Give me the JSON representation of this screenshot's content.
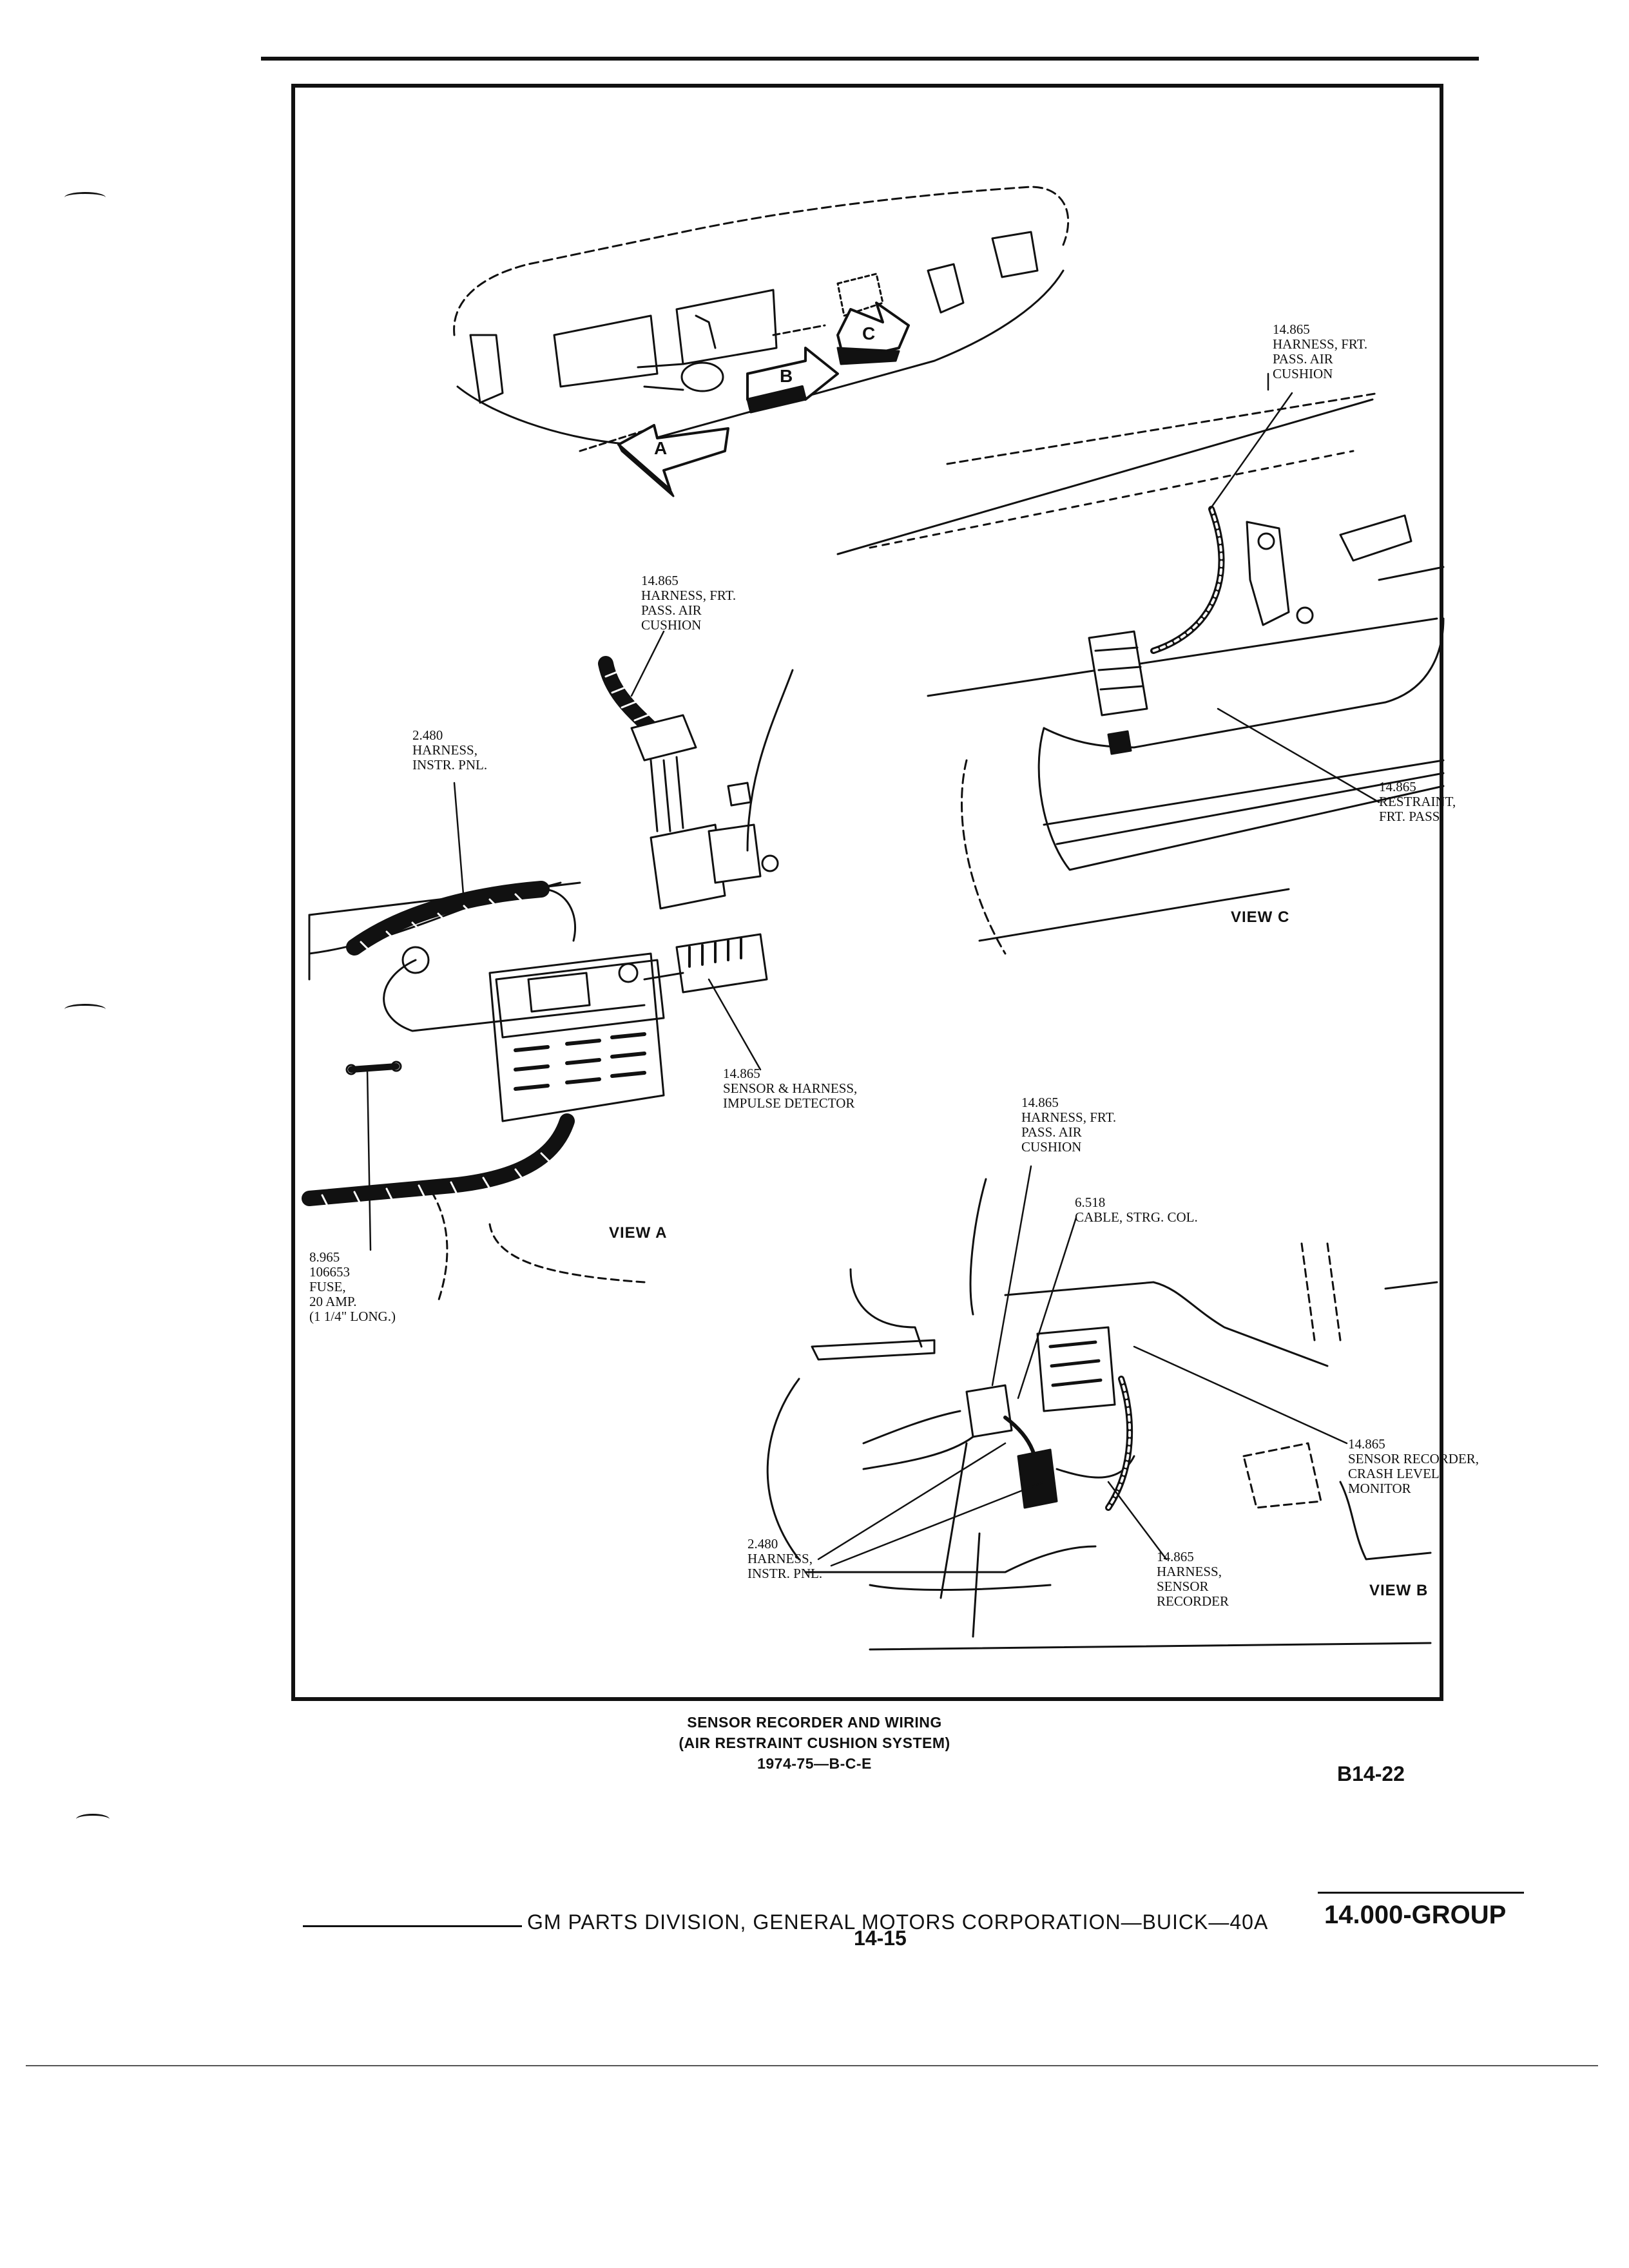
{
  "figure": {
    "title_line1": "SENSOR RECORDER AND WIRING",
    "title_line2": "(AIR RESTRAINT CUSHION SYSTEM)",
    "title_line3": "1974-75—B-C-E",
    "figure_number": "B14-22"
  },
  "dash_arrows": {
    "a": "A",
    "b": "B",
    "c": "C"
  },
  "views": {
    "a": "VIEW A",
    "b": "VIEW B",
    "c": "VIEW C"
  },
  "callouts": {
    "c_harness_frt_pass": "14.865\nHARNESS, FRT.\nPASS. AIR\nCUSHION",
    "c_restraint": "14.865\nRESTRAINT,\nFRT. PASS.",
    "a_harness_frt_pass": "14.865\nHARNESS, FRT.\nPASS. AIR\nCUSHION",
    "a_harness_instr": "2.480\nHARNESS,\nINSTR. PNL.",
    "a_sensor_impulse": "14.865\nSENSOR & HARNESS,\nIMPULSE DETECTOR",
    "a_fuse": "8.965\n106653\nFUSE,\n20 AMP.\n(1 1/4\" LONG.)",
    "b_harness_frt_pass": "14.865\nHARNESS, FRT.\nPASS. AIR\nCUSHION",
    "b_cable_strg": "6.518\nCABLE, STRG. COL.",
    "b_sensor_recorder": "14.865\nSENSOR RECORDER,\nCRASH LEVEL\nMONITOR",
    "b_harness_instr": "2.480\nHARNESS,\nINSTR. PNL.",
    "b_harness_sensor": "14.865\nHARNESS,\nSENSOR\nRECORDER"
  },
  "footer": {
    "publisher": "GM PARTS DIVISION,  GENERAL MOTORS CORPORATION—BUICK—40A",
    "page": "14-15",
    "group": "14.000-GROUP"
  }
}
